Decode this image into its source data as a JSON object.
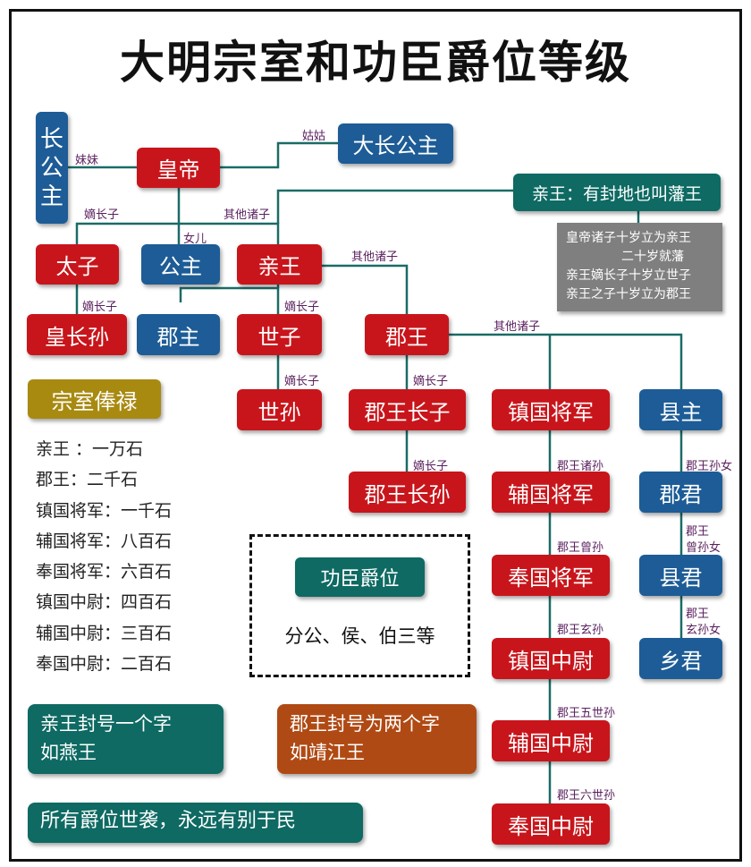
{
  "title": "大明宗室和功臣爵位等级",
  "nodes": {
    "changgongzhu": [
      "长",
      "公",
      "主"
    ],
    "huangdi": "皇帝",
    "dachanggongzhu": "大长公主",
    "qinwang_desc": "亲王：有封地也叫藩王",
    "taizi": "太子",
    "gongzhu": "公主",
    "qinwang": "亲王",
    "huangzhangsun": "皇长孙",
    "junzhu": "郡主",
    "shizi": "世子",
    "junwang": "郡王",
    "shisun": "世孙",
    "junwang_zhangzi": "郡王长子",
    "zhenguo_jiangjun": "镇国将军",
    "xianzhu": "县主",
    "junwang_zhangsun": "郡王长孙",
    "fuguo_jiangjun": "辅国将军",
    "junjun": "郡君",
    "fengguo_jiangjun": "奉国将军",
    "xianjun": "县君",
    "zhenguo_zhongwei": "镇国中尉",
    "xiangjun": "乡君",
    "fuguo_zhongwei": "辅国中尉",
    "fengguo_zhongwei": "奉国中尉"
  },
  "edge_labels": {
    "meimei": "妹妹",
    "gugu": "姑姑",
    "dizhangzi_1": "嫡长子",
    "qitazhuzi_1": "其他诸子",
    "nver": "女儿",
    "qitazhuzi_2": "其他诸子",
    "dizhangzi_2": "嫡长子",
    "dizhangzi_3": "嫡长子",
    "qitazhuzi_3": "其他诸子",
    "dizhangzi_4": "嫡长子",
    "dizhangzi_5": "嫡长子",
    "dizhangzi_6": "嫡长子",
    "junwang_zhusun": "郡王诸孙",
    "junwang_sunnv": "郡王孙女",
    "junwang_zengsun": "郡王曾孙",
    "junwang_zengsunnv_1": "郡王",
    "junwang_zengsunnv_2": "曾孙女",
    "junwang_xuansun": "郡王玄孙",
    "junwang_xuansunnv_1": "郡王",
    "junwang_xuansunnv_2": "玄孙女",
    "junwang_5": "郡王五世孙",
    "junwang_6": "郡王六世孙"
  },
  "note_lines": [
    "皇帝诸子十岁立为亲王",
    "二十岁就藩",
    "亲王嫡长子十岁立世子",
    "亲王之子十岁立为郡王"
  ],
  "salary": {
    "heading": "宗室俸禄",
    "lines": [
      "亲王 ：一万石",
      "郡王：二千石",
      "镇国将军：一千石",
      "辅国将军：八百石",
      "奉国将军：六百石",
      "镇国中尉：四百石",
      "辅国中尉：三百石",
      "奉国中尉：二百石"
    ]
  },
  "gongchen": {
    "heading": "功臣爵位",
    "text": "分公、侯、伯三等"
  },
  "bottom": {
    "qinwang_feng": [
      "亲王封号一个字",
      "如燕王"
    ],
    "junwang_feng": [
      "郡王封号为两个字",
      "如靖江王"
    ],
    "hereditary": "所有爵位世袭，永远有别于民"
  },
  "colors": {
    "red": "#c8151b",
    "blue": "#1d5c96",
    "teal": "#0e6a63",
    "gold": "#a88a10",
    "brown": "#b04a14",
    "gray": "#7f7f7f",
    "line": "#1a6b66"
  }
}
